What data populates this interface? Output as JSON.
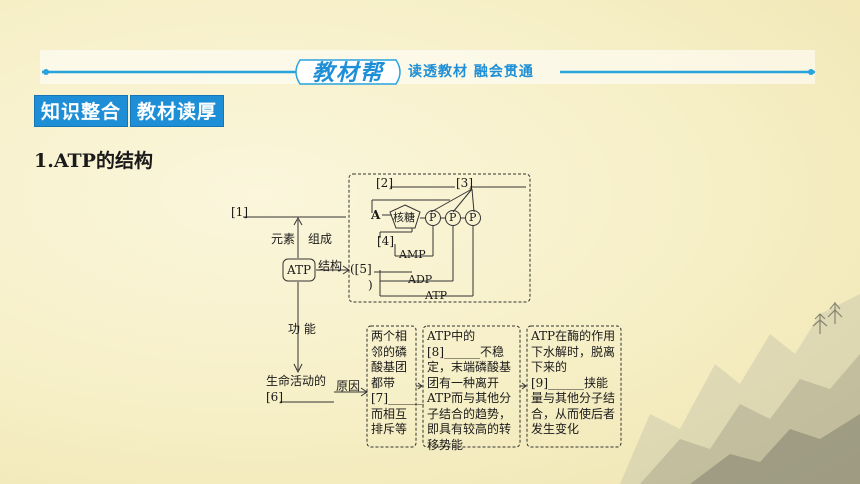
{
  "banner": {
    "title": "教材帮",
    "subtitle": "读透教材 融会贯通"
  },
  "tags": [
    "知识整合",
    "教材读厚"
  ],
  "section_title": "1.ATP的结构",
  "diagram": {
    "label_1": "[1]",
    "label_2": "[2]",
    "label_3": "[3]",
    "label_4": "[4]",
    "label_5": "([5]",
    "close_paren": ")",
    "A": "A",
    "ribose": "核糖",
    "P": "P",
    "AMP": "AMP",
    "ADP": "ADP",
    "ATP_line": "ATP",
    "ATP_box": "ATP",
    "elements": "元素",
    "compose": "组成",
    "structure": "结构",
    "function": "功 能",
    "life_activity": "生命活动的",
    "label_6": "[6]",
    "reason": "原因",
    "box1": "两个相邻的磷酸基团都带[7]______而相互排斥等",
    "box2": "ATP中的[8]______不稳定，末端磷酸基团有一种离开ATP而与其他分子结合的趋势，即具有较高的转移势能",
    "box3": "ATP在酶的作用下水解时，脱离下来的[9]______挟能量与其他分子结合，从而使后者发生变化"
  }
}
